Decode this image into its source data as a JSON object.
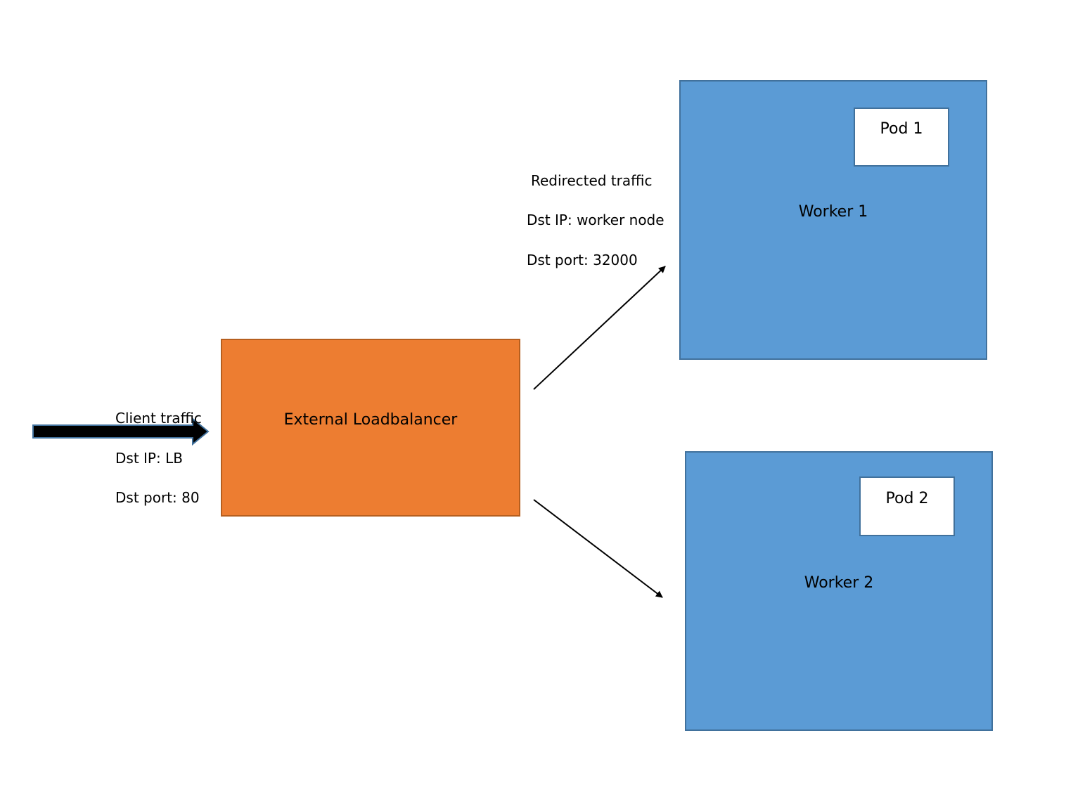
{
  "colors": {
    "loadbalancer_fill": "#ed7d31",
    "worker_fill": "#5b9bd5",
    "pod_fill": "#ffffff",
    "client_arrow_fill": "#000000",
    "client_arrow_outline": "#41719c"
  },
  "nodes": {
    "loadbalancer": "External Loadbalancer",
    "worker1": "Worker 1",
    "worker2": "Worker 2",
    "pod1": "Pod 1",
    "pod2": "Pod 2"
  },
  "client": {
    "title": "Client traffic",
    "dst_ip": "Dst IP: LB",
    "dst_port": "Dst port: 80"
  },
  "redirected": {
    "title": "Redirected traffic",
    "dst_ip": "Dst IP: worker node",
    "dst_port": "Dst port: 32000"
  },
  "edges": [
    {
      "from": "client",
      "to": "loadbalancer",
      "style": "block-arrow"
    },
    {
      "from": "loadbalancer",
      "to": "worker1",
      "style": "thin-arrow"
    },
    {
      "from": "loadbalancer",
      "to": "worker2",
      "style": "thin-arrow"
    }
  ]
}
